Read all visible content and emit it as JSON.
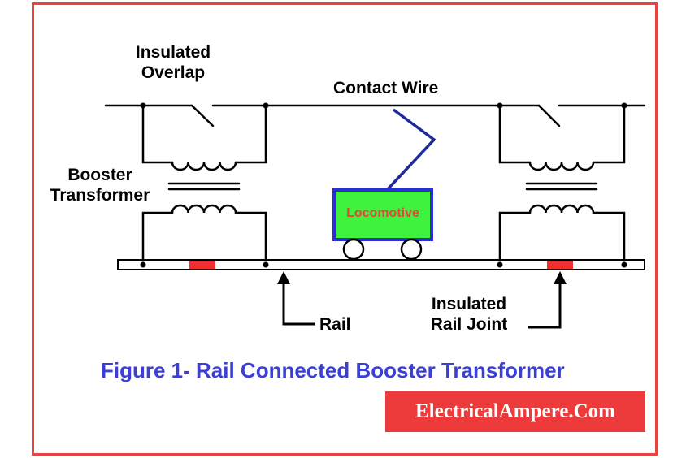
{
  "labels": {
    "insulated_overlap_1": "Insulated",
    "insulated_overlap_2": "Overlap",
    "contact_wire": "Contact Wire",
    "booster_1": "Booster",
    "booster_2": "Transformer",
    "locomotive": "Locomotive",
    "rail": "Rail",
    "rail_joint_1": "Insulated",
    "rail_joint_2": "Rail Joint"
  },
  "caption": "Figure 1- Rail Connected Booster Transformer",
  "brand": "ElectricalAmpere.Com",
  "colors": {
    "frame": "#e8433f",
    "caption": "#3b3fd6",
    "brand_bg": "#ed3b3b",
    "locomotive_fill": "#3ef23e",
    "locomotive_border": "#2a2fd4",
    "pantograph": "#1e2a9a",
    "insulated_joint": "#f03030"
  }
}
